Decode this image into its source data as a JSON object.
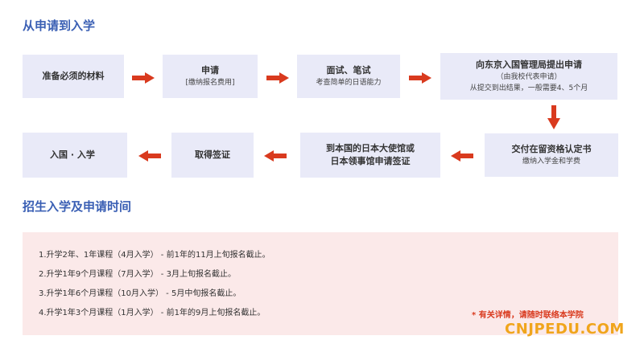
{
  "process": {
    "title": "从申请到入学",
    "steps": [
      {
        "main": "准备必须的材料"
      },
      {
        "main": "申请",
        "sub": "[缴纳报名费用]"
      },
      {
        "main": "面试、笔试",
        "sub": "考查简单的日语能力"
      },
      {
        "main": "向东京入国管理局提出申请",
        "sub": "（由我校代表申请）",
        "sub2": "从提交到出结果，一般需要4、5个月"
      },
      {
        "main": "交付在留资格认定书",
        "sub": "缴纳入学金和学费"
      },
      {
        "main": "到本国的日本大使馆或",
        "main2": "日本领事馆申请签证"
      },
      {
        "main": "取得签证"
      },
      {
        "main": "入国 · 入学"
      }
    ]
  },
  "schedule": {
    "title": "招生入学及申请时间",
    "items": [
      "1.升学2年、1年课程（4月入学） - 前1年的11月上旬报名截止。",
      "2.升学1年9个月课程（7月入学） - 3月上旬报名截止。",
      "3.升学1年6个月课程（10月入学） - 5月中旬报名截止。",
      "4.升学1年3个月课程（1月入学） - 前1年的9月上旬报名截止。"
    ],
    "note": "* 有关详情，请随时联络本学院"
  },
  "watermark": "CNJPEDU.COM",
  "colors": {
    "accent_title": "#3a5fb4",
    "step_bg": "#e9eaf8",
    "arrow": "#d93a1e",
    "note_bg": "#fbe9e9",
    "watermark": "#f0a51c"
  }
}
